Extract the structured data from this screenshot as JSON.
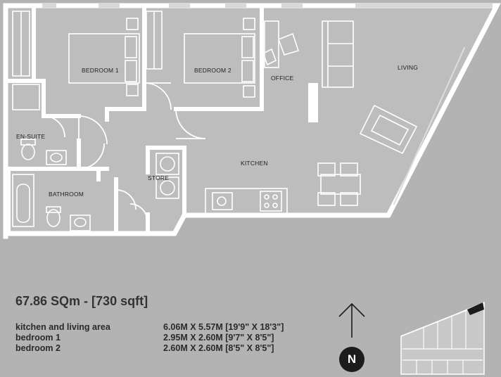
{
  "rooms": {
    "bedroom1": "BEDROOM 1",
    "bedroom2": "BEDROOM 2",
    "office": "OFFICE",
    "living": "LIVING",
    "ensuite": "EN-SUITE",
    "kitchen": "KITCHEN",
    "store": "STORE",
    "bathroom": "BATHROOM"
  },
  "area_text": "67.86 SQm - [730 sqft]",
  "dimensions": [
    {
      "room": "kitchen and living area",
      "size": "6.06M X 5.57M [19'9\" X 18'3\"]"
    },
    {
      "room": "bedroom 1",
      "size": "2.95M X 2.60M [9'7\" X 8'5\"]"
    },
    {
      "room": "bedroom 2",
      "size": "2.60M X 2.60M [8'5\" X 8'5\"]"
    }
  ],
  "compass": {
    "label": "N",
    "icon": "north-arrow-icon"
  },
  "colors": {
    "background": "#b3b3b3",
    "floor": "#bdbdbd",
    "wall": "#ffffff",
    "text": "#2a2a2a",
    "badge": "#1c1c1c"
  }
}
